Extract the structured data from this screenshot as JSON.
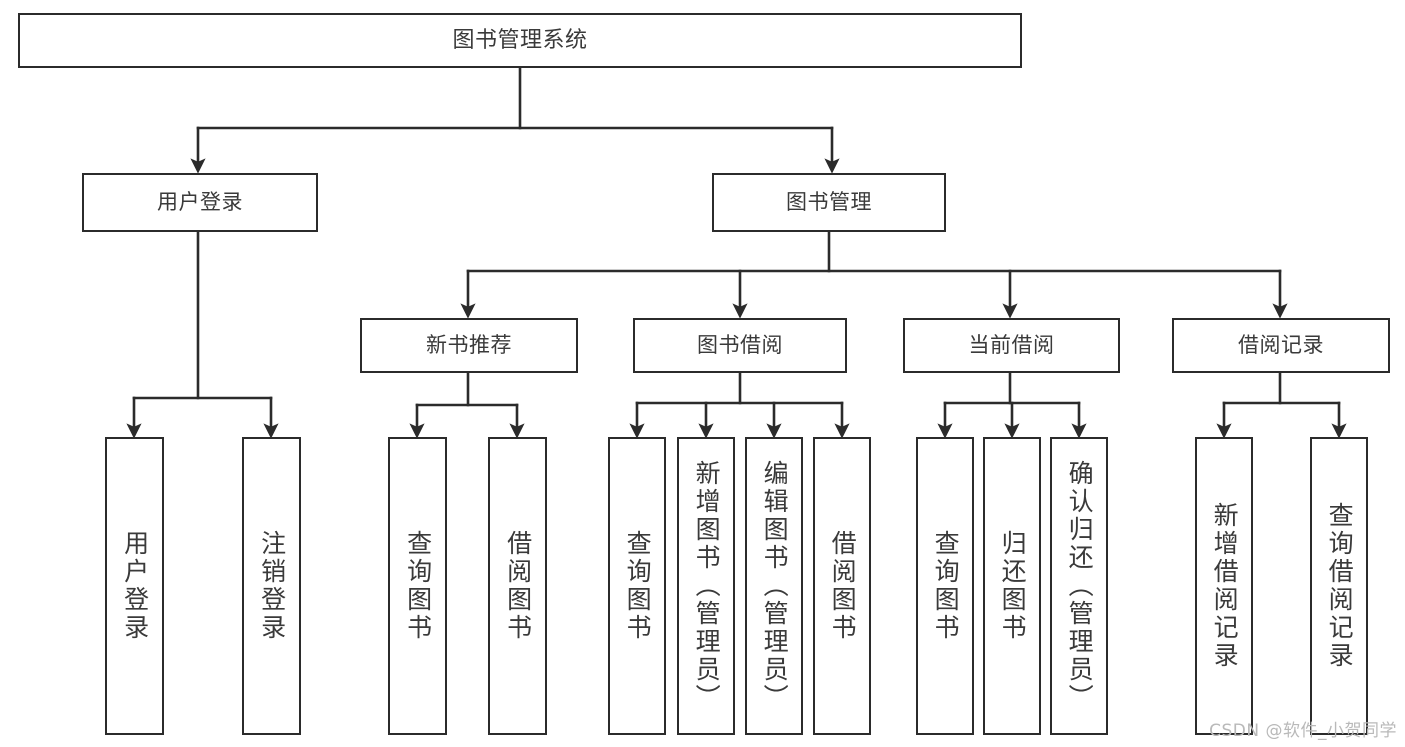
{
  "diagram": {
    "title": "图书管理系统",
    "type": "tree-hierarchy-chart",
    "watermark": "CSDN @软件_小贺同学",
    "colors": {
      "stroke": "#2b2b2b",
      "text": "#3a3a3a",
      "background": "#ffffff",
      "watermark": "#b9b9b9"
    },
    "nodes": {
      "root": "图书管理系统",
      "level2": {
        "user_login": "用户登录",
        "book_manage": "图书管理"
      },
      "level3": {
        "new_book_rec": "新书推荐",
        "book_borrow": "图书借阅",
        "current_borrow": "当前借阅",
        "borrow_record": "借阅记录"
      },
      "leaves": {
        "user_login": [
          "用户登录",
          "注销登录"
        ],
        "new_book_rec": [
          "查询图书",
          "借阅图书"
        ],
        "book_borrow": [
          "查询图书",
          "新增图书（管理员）",
          "编辑图书（管理员）",
          "借阅图书"
        ],
        "current_borrow": [
          "查询图书",
          "归还图书",
          "确认归还（管理员）"
        ],
        "borrow_record": [
          "新增借阅记录",
          "查询借阅记录"
        ]
      }
    }
  }
}
